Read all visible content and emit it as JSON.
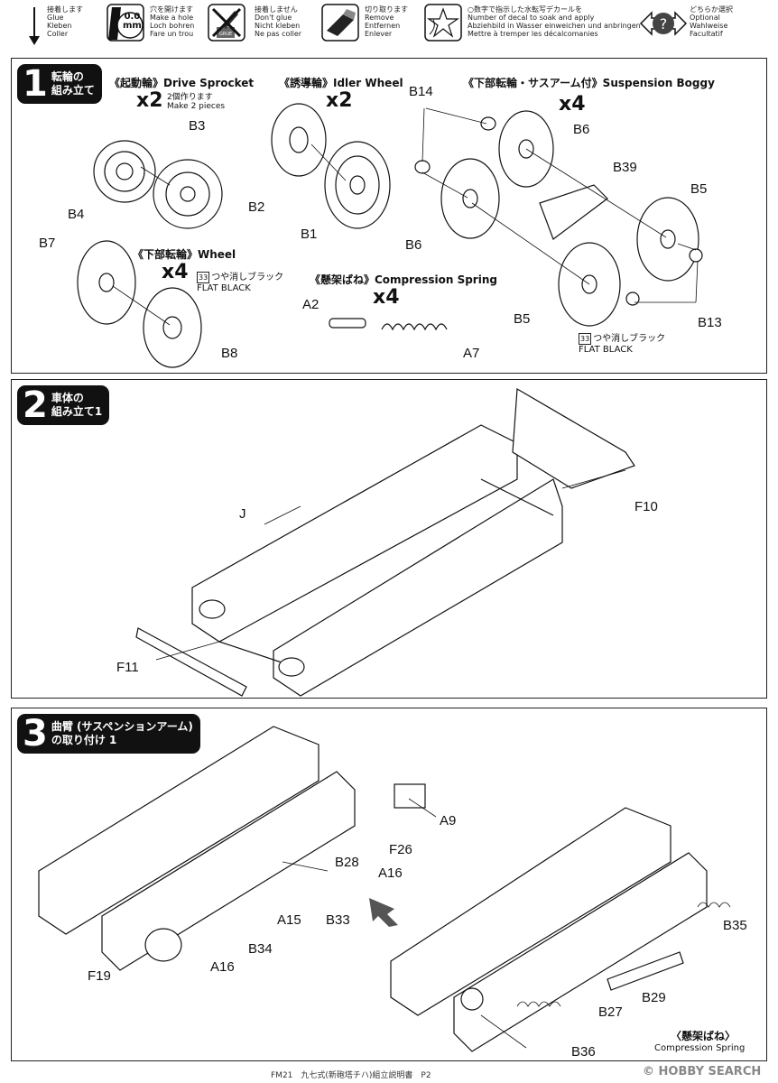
{
  "legend": {
    "glue": "接着します\nGlue\nKleben\nColler",
    "hole": "穴を開けます\nMake a hole\nLoch bohren\nFare un trou",
    "hole_size": "0.0\nmm",
    "noglue": "接着しません\nDon't glue\nNicht kleben\nNe pas coller",
    "noglue_mark": "GRUE",
    "remove": "切り取ります\nRemove\nEntfernen\nEnlever",
    "decal": "○数字で指示した水転写デカールを\nNumber of decal to soak and apply\nAbziehbild in Wasser einweichen und anbringen\nMettre à tremper les décalcomanies",
    "optional": "どちらか選択\nOptional\nWahlweise\nFacultatif"
  },
  "step1": {
    "num": "1",
    "title": "転輪の\n組み立て",
    "drive_head": "《起動輪》Drive Sprocket",
    "drive_qty": "x2",
    "drive_note": "2個作ります\nMake 2 pieces",
    "idler_head": "《誘導輪》Idler Wheel",
    "idler_qty": "x2",
    "boggy_head": "《下部転輪・サスアーム付》Suspension Boggy",
    "boggy_qty": "x4",
    "wheel_head": "《下部転輪》Wheel",
    "wheel_qty": "x4",
    "spring_head": "《懸架ばね》Compression Spring",
    "spring_qty": "x4",
    "paint_num": "33",
    "paint_text": "つや消しブラック\nFLAT BLACK",
    "parts": {
      "b4": "B4",
      "b3": "B3",
      "b2": "B2",
      "b1": "B1",
      "b14": "B14",
      "b6a": "B6",
      "b6b": "B6",
      "b39": "B39",
      "b5a": "B5",
      "b5b": "B5",
      "b13": "B13",
      "b7": "B7",
      "b8": "B8",
      "a2": "A2",
      "a7": "A7"
    }
  },
  "step2": {
    "num": "2",
    "title": "車体の\n組み立て1",
    "parts": {
      "j": "J",
      "f10": "F10",
      "f11": "F11"
    }
  },
  "step3": {
    "num": "3",
    "title": "曲臂 (サスペンションアーム)\nの取り付け 1",
    "spring_head": "〈懸架ばね〉",
    "spring_en": "Compression Spring",
    "parts": {
      "a9": "A9",
      "f26": "F26",
      "b28": "B28",
      "a16a": "A16",
      "a15": "A15",
      "b33": "B33",
      "b34": "B34",
      "f19": "F19",
      "a16b": "A16",
      "b35": "B35",
      "b29": "B29",
      "b27": "B27",
      "b36": "B36"
    }
  },
  "footer": "FM21　九七式(新砲塔チハ)組立説明書　P2",
  "watermark": "© HOBBY SEARCH",
  "colors": {
    "ink": "#111111",
    "badge": "#111111",
    "paper": "#ffffff"
  }
}
